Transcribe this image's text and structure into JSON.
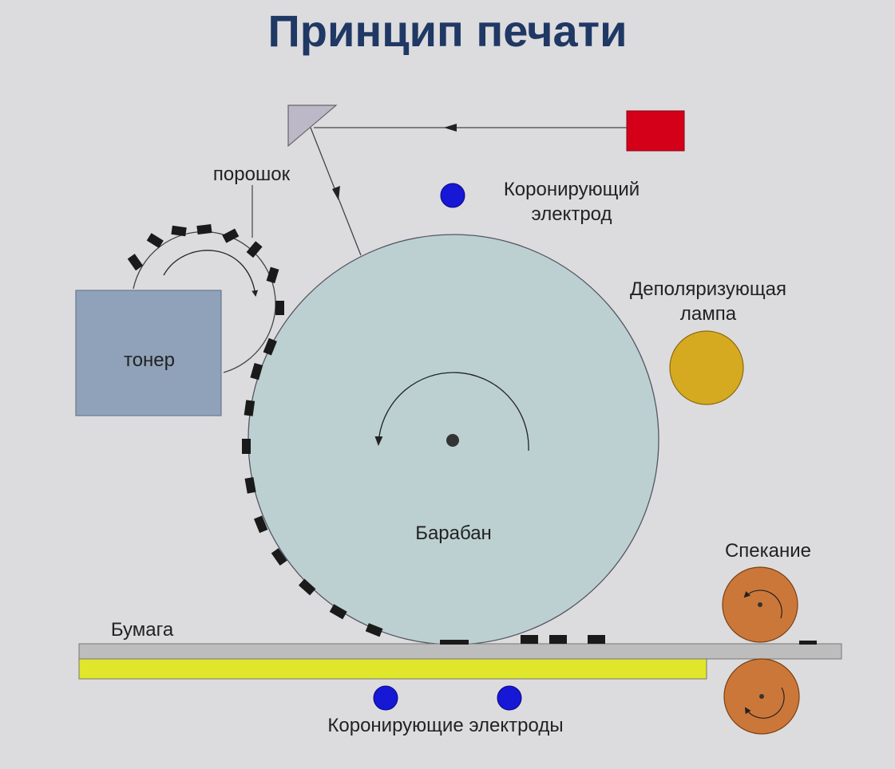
{
  "title": "Принцип печати",
  "labels": {
    "powder": "порошок",
    "toner": "тонер",
    "corona_electrode_line1": "Коронирующий",
    "corona_electrode_line2": "электрод",
    "depolarizing_lamp_line1": "Деполяризующая",
    "depolarizing_lamp_line2": "лампа",
    "drum": "Барабан",
    "fusing": "Спекание",
    "paper": "Бумага",
    "corona_electrodes_bottom": "Коронирующие электроды"
  },
  "colors": {
    "background": "#dcdcde",
    "title": "#1f3864",
    "drum": "#bcd0d1",
    "toner_box": "#8fa2b9",
    "laser": "#d4001a",
    "mirror": "#bdb8c8",
    "electrode": "#1717d6",
    "lamp": "#d6aa20",
    "fuser_roller": "#cc773a",
    "paper": "#e0e62a",
    "paper_guide": "#bdbdbd",
    "toner_particle": "#1a1a1a"
  }
}
